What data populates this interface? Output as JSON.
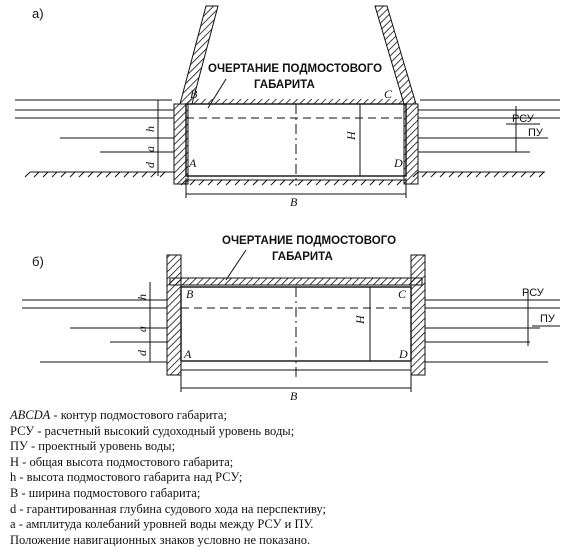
{
  "figure": {
    "panel_a": {
      "label": "а)",
      "caption_line1": "ОЧЕРТАНИЕ ПОДМОСТОВОГО",
      "caption_line2": "ГАБАРИТА",
      "corner_B": "B",
      "corner_C": "C",
      "corner_A": "A",
      "corner_D": "D",
      "dim_h": "h",
      "dim_a": "a",
      "dim_d": "d",
      "dim_H": "H",
      "dim_B": "B",
      "level_rsu": "РСУ",
      "level_pu": "ПУ"
    },
    "panel_b": {
      "label": "б)",
      "caption_line1": "ОЧЕРТАНИЕ ПОДМОСТОВОГО",
      "caption_line2": "ГАБАРИТА",
      "corner_B": "B",
      "corner_C": "C",
      "corner_A": "A",
      "corner_D": "D",
      "dim_h": "h",
      "dim_a": "a",
      "dim_d": "d",
      "dim_H": "H",
      "dim_B": "B",
      "level_rsu": "РСУ",
      "level_pu": "ПУ"
    }
  },
  "legend": [
    {
      "term": "ABCDA",
      "italic": true,
      "text": " - контур подмостового габарита;"
    },
    {
      "term": "РСУ",
      "italic": false,
      "text": " - расчетный высокий судоходный уровень воды;"
    },
    {
      "term": "ПУ",
      "italic": false,
      "text": " - проектный уровень воды;"
    },
    {
      "term": "Н",
      "italic": false,
      "text": " - общая высота подмостового габарита;"
    },
    {
      "term": "h",
      "italic": false,
      "text": " - высота подмостового габарита над РСУ;"
    },
    {
      "term": "В",
      "italic": false,
      "text": " - ширина подмостового габарита;"
    },
    {
      "term": "d",
      "italic": false,
      "text": " - гарантированная глубина судового хода на перспективу;"
    },
    {
      "term": "a",
      "italic": false,
      "text": " - амплитуда колебаний уровней воды между РСУ и ПУ."
    },
    {
      "term": "",
      "italic": false,
      "text": "Положение навигационных знаков условно не показано."
    }
  ]
}
